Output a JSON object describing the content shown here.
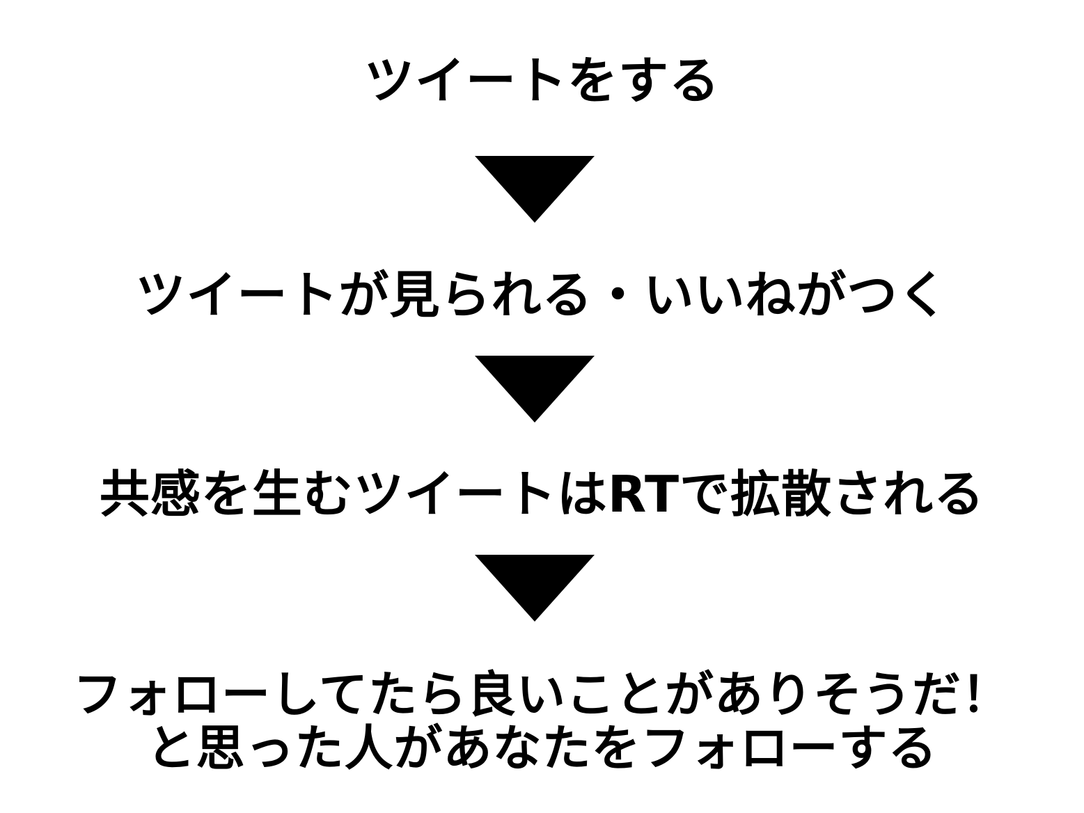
{
  "flow": {
    "steps": [
      {
        "text": "ツイートをする"
      },
      {
        "text": "ツイートが見られる・いいねがつく"
      },
      {
        "text": "共感を生むツイートはRTで拡散される"
      },
      {
        "line1": "フォローしてたら良いことがありそうだ！",
        "line2": "と思った人があなたをフォローする"
      }
    ],
    "arrow_icon": "down-triangle-icon"
  }
}
